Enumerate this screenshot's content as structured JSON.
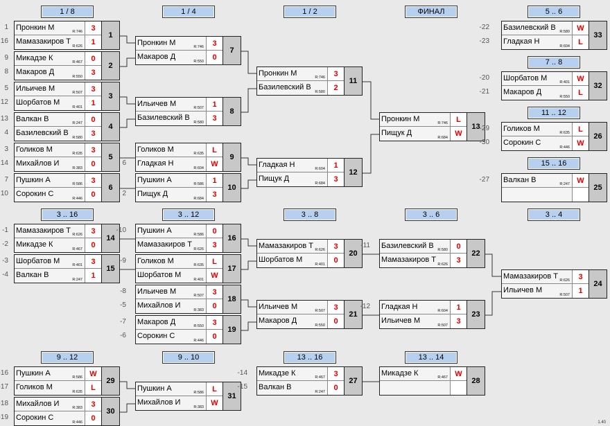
{
  "version": "1.40",
  "headers": [
    "1 / 8",
    "1 / 4",
    "1 / 2",
    "ФИНАЛ",
    "5 .. 6",
    "7 .. 8",
    "11 .. 12",
    "15 .. 16",
    "3 .. 16",
    "3 .. 12",
    "3 .. 8",
    "3 .. 6",
    "3 .. 4",
    "9 .. 12",
    "9 .. 10",
    "13 .. 16",
    "13 .. 14"
  ],
  "matches": [
    {
      "num": "1",
      "p": [
        {
          "n": "Пронкин М",
          "r": "R:746",
          "s": "3"
        },
        {
          "n": "Мамазакиров Т",
          "r": "R:626",
          "s": "1"
        }
      ]
    },
    {
      "num": "2",
      "p": [
        {
          "n": "Микадзе К",
          "r": "R:467",
          "s": "0"
        },
        {
          "n": "Макаров Д",
          "r": "R:550",
          "s": "3"
        }
      ]
    },
    {
      "num": "3",
      "p": [
        {
          "n": "Ильичев М",
          "r": "R:507",
          "s": "3"
        },
        {
          "n": "Шорбатов М",
          "r": "R:401",
          "s": "1"
        }
      ]
    },
    {
      "num": "4",
      "p": [
        {
          "n": "Валкан В",
          "r": "R:247",
          "s": "0"
        },
        {
          "n": "Базилевский В",
          "r": "R:580",
          "s": "3"
        }
      ]
    },
    {
      "num": "5",
      "p": [
        {
          "n": "Голиков М",
          "r": "R:635",
          "s": "3"
        },
        {
          "n": "Михайлов И",
          "r": "R:383",
          "s": "0"
        }
      ]
    },
    {
      "num": "6",
      "p": [
        {
          "n": "Пушкин А",
          "r": "R:586",
          "s": "3"
        },
        {
          "n": "Сорокин С",
          "r": "R:446",
          "s": "0"
        }
      ]
    },
    {
      "num": "7",
      "p": [
        {
          "n": "Пронкин М",
          "r": "R:746",
          "s": "3"
        },
        {
          "n": "Макаров Д",
          "r": "R:550",
          "s": "0"
        }
      ]
    },
    {
      "num": "8",
      "p": [
        {
          "n": "Ильичев М",
          "r": "R:507",
          "s": "1"
        },
        {
          "n": "Базилевский В",
          "r": "R:580",
          "s": "3"
        }
      ]
    },
    {
      "num": "9",
      "p": [
        {
          "n": "Голиков М",
          "r": "R:635",
          "s": "L"
        },
        {
          "n": "Гладкая Н",
          "r": "R:604",
          "s": "W"
        }
      ]
    },
    {
      "num": "10",
      "p": [
        {
          "n": "Пушкин А",
          "r": "R:586",
          "s": "1"
        },
        {
          "n": "Пищук Д",
          "r": "R:684",
          "s": "3"
        }
      ]
    },
    {
      "num": "11",
      "p": [
        {
          "n": "Пронкин М",
          "r": "R:746",
          "s": "3"
        },
        {
          "n": "Базилевский В",
          "r": "R:580",
          "s": "2"
        }
      ]
    },
    {
      "num": "12",
      "p": [
        {
          "n": "Гладкая Н",
          "r": "R:604",
          "s": "1"
        },
        {
          "n": "Пищук Д",
          "r": "R:684",
          "s": "3"
        }
      ]
    },
    {
      "num": "13",
      "p": [
        {
          "n": "Пронкин М",
          "r": "R:746",
          "s": "L"
        },
        {
          "n": "Пищук Д",
          "r": "R:684",
          "s": "W"
        }
      ]
    },
    {
      "num": "33",
      "p": [
        {
          "n": "Базилевский В",
          "r": "R:580",
          "s": "W"
        },
        {
          "n": "Гладкая Н",
          "r": "R:604",
          "s": "L"
        }
      ]
    },
    {
      "num": "32",
      "p": [
        {
          "n": "Шорбатов М",
          "r": "R:401",
          "s": "W"
        },
        {
          "n": "Макаров Д",
          "r": "R:550",
          "s": "L"
        }
      ]
    },
    {
      "num": "26",
      "p": [
        {
          "n": "Голиков М",
          "r": "R:635",
          "s": "L"
        },
        {
          "n": "Сорокин С",
          "r": "R:446",
          "s": "W"
        }
      ]
    },
    {
      "num": "25",
      "p": [
        {
          "n": "Валкан В",
          "r": "R:247",
          "s": "W"
        },
        {
          "n": "",
          "r": "",
          "s": ""
        }
      ]
    },
    {
      "num": "14",
      "p": [
        {
          "n": "Мамазакиров Т",
          "r": "R:626",
          "s": "3"
        },
        {
          "n": "Микадзе К",
          "r": "R:467",
          "s": "0"
        }
      ]
    },
    {
      "num": "15",
      "p": [
        {
          "n": "Шорбатов М",
          "r": "R:401",
          "s": "3"
        },
        {
          "n": "Валкан В",
          "r": "R:247",
          "s": "1"
        }
      ]
    },
    {
      "num": "16",
      "p": [
        {
          "n": "Пушкин А",
          "r": "R:586",
          "s": "0"
        },
        {
          "n": "Мамазакиров Т",
          "r": "R:626",
          "s": "3"
        }
      ]
    },
    {
      "num": "17",
      "p": [
        {
          "n": "Голиков М",
          "r": "R:635",
          "s": "L"
        },
        {
          "n": "Шорбатов М",
          "r": "R:401",
          "s": "W"
        }
      ]
    },
    {
      "num": "18",
      "p": [
        {
          "n": "Ильичев М",
          "r": "R:507",
          "s": "3"
        },
        {
          "n": "Михайлов И",
          "r": "R:383",
          "s": "0"
        }
      ]
    },
    {
      "num": "19",
      "p": [
        {
          "n": "Макаров Д",
          "r": "R:550",
          "s": "3"
        },
        {
          "n": "Сорокин С",
          "r": "R:446",
          "s": "0"
        }
      ]
    },
    {
      "num": "20",
      "p": [
        {
          "n": "Мамазакиров Т",
          "r": "R:626",
          "s": "3"
        },
        {
          "n": "Шорбатов М",
          "r": "R:401",
          "s": "0"
        }
      ]
    },
    {
      "num": "21",
      "p": [
        {
          "n": "Ильичев М",
          "r": "R:507",
          "s": "3"
        },
        {
          "n": "Макаров Д",
          "r": "R:550",
          "s": "0"
        }
      ]
    },
    {
      "num": "22",
      "p": [
        {
          "n": "Базилевский В",
          "r": "R:580",
          "s": "0"
        },
        {
          "n": "Мамазакиров Т",
          "r": "R:626",
          "s": "3"
        }
      ]
    },
    {
      "num": "23",
      "p": [
        {
          "n": "Гладкая Н",
          "r": "R:604",
          "s": "1"
        },
        {
          "n": "Ильичев М",
          "r": "R:507",
          "s": "3"
        }
      ]
    },
    {
      "num": "24",
      "p": [
        {
          "n": "Мамазакиров Т",
          "r": "R:626",
          "s": "3"
        },
        {
          "n": "Ильичев М",
          "r": "R:507",
          "s": "1"
        }
      ]
    },
    {
      "num": "29",
      "p": [
        {
          "n": "Пушкин А",
          "r": "R:586",
          "s": "W"
        },
        {
          "n": "Голиков М",
          "r": "R:635",
          "s": "L"
        }
      ]
    },
    {
      "num": "30",
      "p": [
        {
          "n": "Михайлов И",
          "r": "R:383",
          "s": "3"
        },
        {
          "n": "Сорокин С",
          "r": "R:446",
          "s": "0"
        }
      ]
    },
    {
      "num": "31",
      "p": [
        {
          "n": "Пушкин А",
          "r": "R:586",
          "s": "L"
        },
        {
          "n": "Михайлов И",
          "r": "R:383",
          "s": "W"
        }
      ]
    },
    {
      "num": "27",
      "p": [
        {
          "n": "Микадзе К",
          "r": "R:467",
          "s": "3"
        },
        {
          "n": "Валкан В",
          "r": "R:247",
          "s": "0"
        }
      ]
    },
    {
      "num": "28",
      "p": [
        {
          "n": "Микадзе К",
          "r": "R:467",
          "s": "W"
        },
        {
          "n": "",
          "r": "",
          "s": ""
        }
      ]
    }
  ],
  "seeds": [
    "1",
    "16",
    "9",
    "8",
    "5",
    "12",
    "13",
    "4",
    "3",
    "14",
    "7",
    "10",
    "6",
    "2",
    "-22",
    "-23",
    "-20",
    "-21",
    "-29",
    "-30",
    "-27",
    "-1",
    "-2",
    "-3",
    "-4",
    "-10",
    "-9",
    "-8",
    "-5",
    "-7",
    "-6",
    "-11",
    "-12",
    "-16",
    "-17",
    "-18",
    "-19",
    "-14",
    "-15"
  ]
}
